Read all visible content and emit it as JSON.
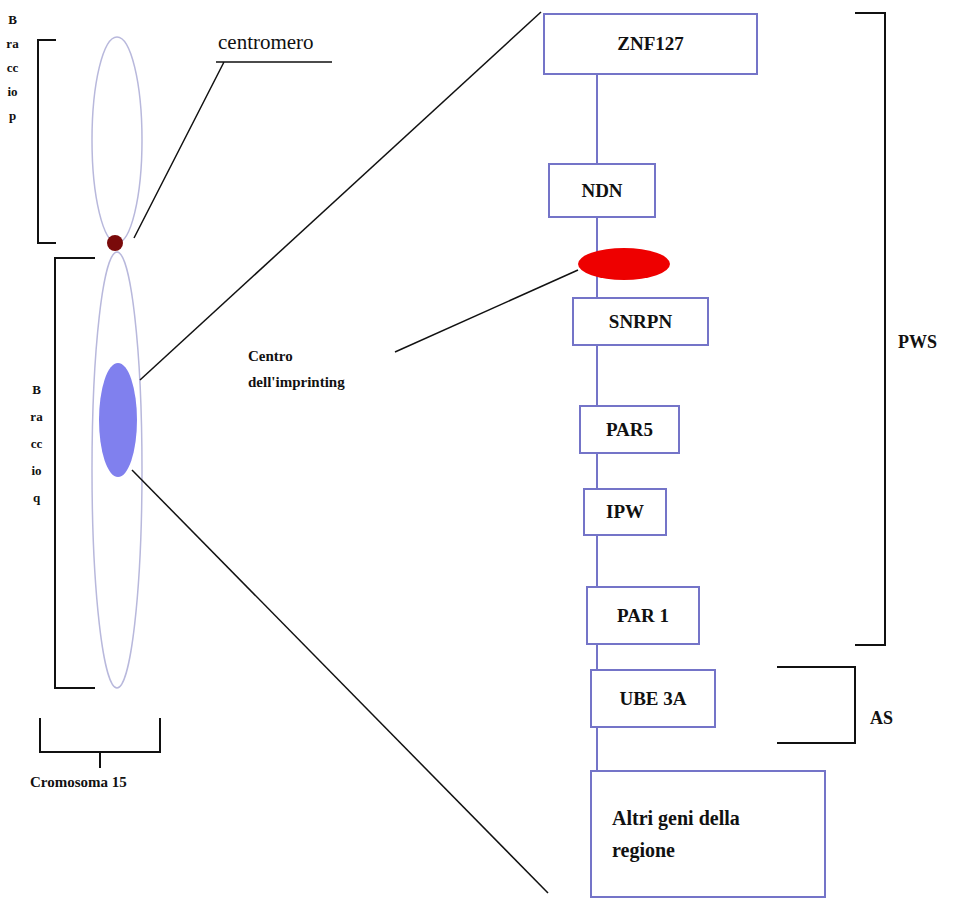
{
  "diagram": {
    "nodes": [
      {
        "text": [
          "ZNF127"
        ]
      },
      {
        "text": [
          "NDN"
        ]
      },
      {
        "text": [
          "SNRPN"
        ]
      },
      {
        "text": [
          "PAR5"
        ]
      },
      {
        "text": [
          "IPW"
        ]
      },
      {
        "text": [
          "PAR 1"
        ]
      },
      {
        "text": [
          "UBE 3A"
        ]
      },
      {
        "text": [
          "Altri geni della regione"
        ]
      }
    ],
    "edges": [
      {
        "from": 0,
        "to": 1,
        "arrow": "none"
      },
      {
        "from": 1,
        "to": 2,
        "arrow": "none"
      },
      {
        "from": 2,
        "to": 3,
        "arrow": "none"
      },
      {
        "from": 3,
        "to": 4,
        "arrow": "none"
      },
      {
        "from": 4,
        "to": 5,
        "arrow": "none"
      },
      {
        "from": 5,
        "to": 6,
        "arrow": "none"
      },
      {
        "from": 6,
        "to": 7,
        "arrow": "none"
      }
    ],
    "labels": [
      "Braccio p",
      "centromero",
      "Braccio q",
      "Cromosoma 15",
      "Centro dell'imprinting",
      "PWS",
      "AS"
    ]
  }
}
